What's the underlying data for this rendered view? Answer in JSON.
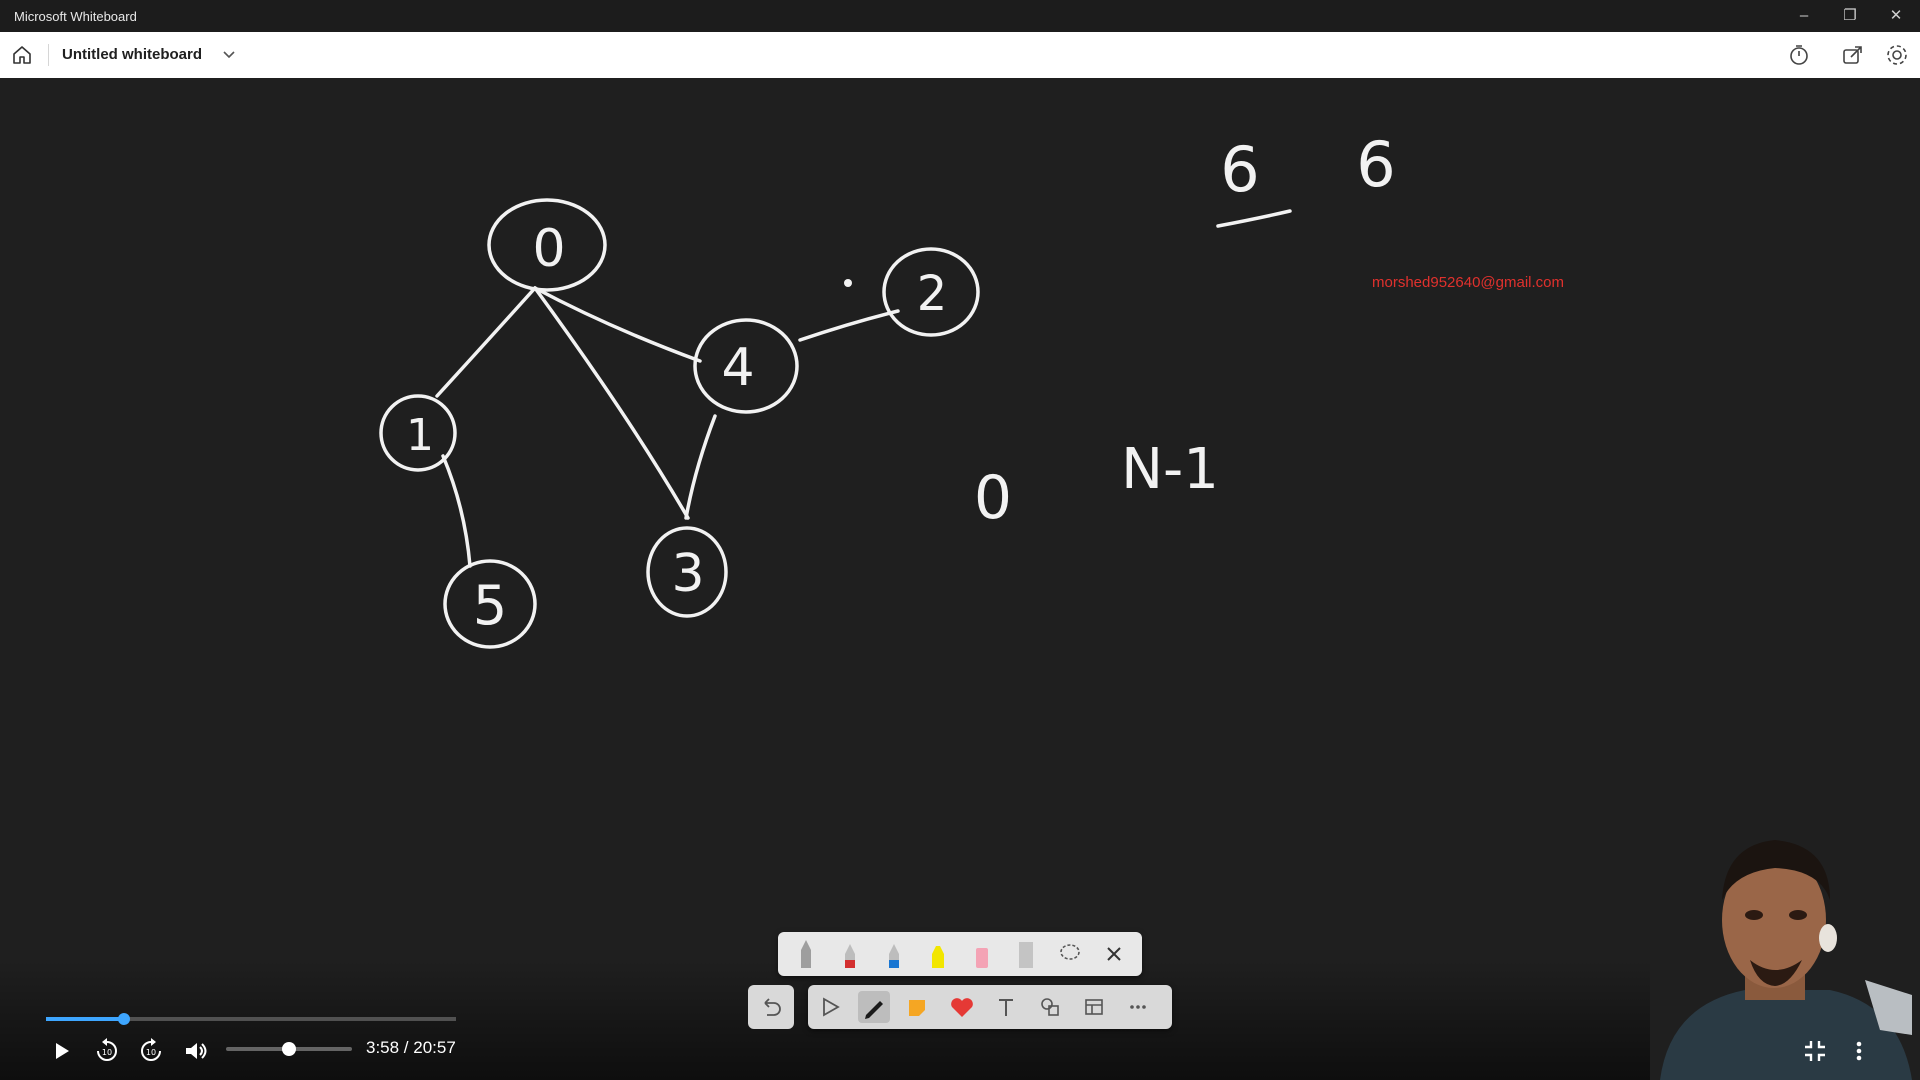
{
  "window": {
    "title": "Microsoft Whiteboard",
    "minimize_icon": "minimize-icon",
    "restore_icon": "restore-icon",
    "close_icon": "close-icon"
  },
  "appbar": {
    "doc_title": "Untitled whiteboard",
    "icons": [
      "home-icon",
      "chevron-down-icon",
      "timer-icon",
      "share-icon",
      "settings-icon"
    ]
  },
  "canvas": {
    "handwriting": {
      "nodes": [
        "0",
        "1",
        "2",
        "3",
        "4",
        "5"
      ],
      "edges": [
        [
          "0",
          "1"
        ],
        [
          "0",
          "4"
        ],
        [
          "0",
          "3"
        ],
        [
          "4",
          "3"
        ],
        [
          "4",
          "2"
        ],
        [
          "1",
          "5"
        ]
      ],
      "notes": [
        "6",
        "6",
        "0",
        "N-1"
      ]
    },
    "email": "morshed952640@gmail.com"
  },
  "pen_toolbar": {
    "tools": [
      "pen-gray-icon",
      "pen-red-icon",
      "pen-blue-icon",
      "highlighter-yellow-icon",
      "pen-pink-icon",
      "ruler-icon",
      "lasso-icon",
      "close-icon"
    ]
  },
  "main_toolbar": {
    "tools": [
      "undo-icon",
      "select-icon",
      "pen-icon",
      "sticky-note-icon",
      "reaction-heart-icon",
      "text-icon",
      "shapes-icon",
      "template-icon",
      "more-icon"
    ]
  },
  "player": {
    "time": "3:58 / 20:57",
    "progress_fraction": 0.19,
    "volume_fraction": 0.5,
    "controls": [
      "play-icon",
      "rewind-10-icon",
      "forward-10-icon",
      "volume-icon",
      "exit-fullscreen-icon",
      "more-vertical-icon"
    ],
    "accent": "#3ea6ff"
  }
}
